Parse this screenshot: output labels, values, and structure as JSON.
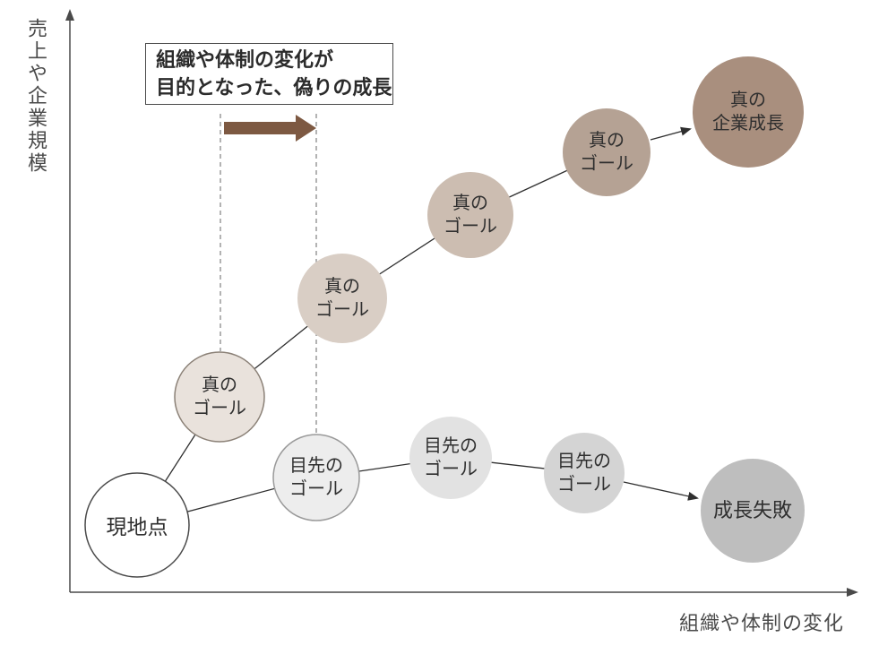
{
  "axes": {
    "y_label": "売上や企業規模",
    "x_label": "組織や体制の変化"
  },
  "annotation": {
    "line1": "組織や体制の変化が",
    "line2": "目的となった、偽りの成長"
  },
  "nodes": {
    "current_position": "現地点",
    "true_goal": {
      "line1": "真の",
      "line2": "ゴール"
    },
    "true_corporate_growth": {
      "line1": "真の",
      "line2": "企業成長"
    },
    "short_term_goal": {
      "line1": "目先の",
      "line2": "ゴール"
    },
    "growth_failure": "成長失敗"
  },
  "colors": {
    "accent_brown": "#7d5942",
    "axis": "#4a4a4a",
    "connector": "#2f2f2f",
    "dashed_guide": "#808080",
    "current_fill": "#ffffff",
    "current_stroke": "#4a4a4a",
    "true_path_fills": [
      "#e9e2dc",
      "#d9cec5",
      "#ccbdb1",
      "#b5a294",
      "#a98f7e"
    ],
    "true_path_first_stroke": "#8b8177",
    "short_path_fills": [
      "#ededed",
      "#e2e2e2",
      "#d4d4d4",
      "#bebebe"
    ],
    "short_path_first_stroke": "#9a9a9a"
  }
}
